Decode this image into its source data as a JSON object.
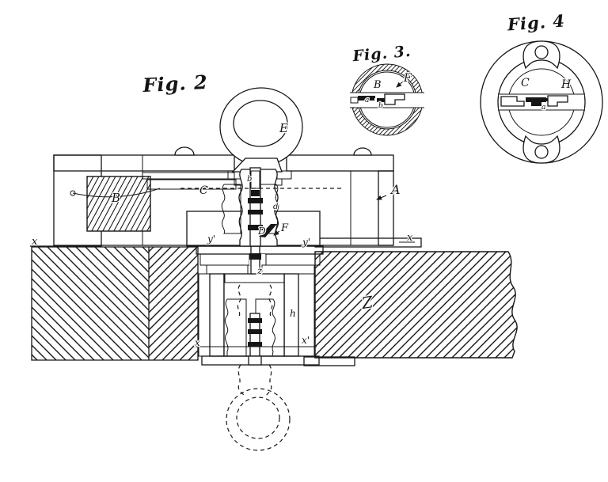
{
  "sheet": {
    "type": "patent-drawing",
    "background": "#ffffff",
    "ink": "#161616"
  },
  "labels": {
    "fig2": {
      "title": "Fig. 2",
      "bow": "E",
      "case": "A",
      "block": "B",
      "ledge": "C",
      "bit": "D",
      "bit_pointer": "F",
      "stem_b": "b",
      "ward_d": "d",
      "section_x_left": "x",
      "section_x_right": "x",
      "box_y_left": "y'",
      "box_y_right": "y'",
      "flange_z": "z",
      "ward_h": "h",
      "lower_x_left": "x",
      "lower_x_right": "x'",
      "door": "Z"
    },
    "fig3": {
      "title": "Fig. 3.",
      "pointer": "F",
      "disc": "B",
      "small_a": "a",
      "small_b": "b"
    },
    "fig4": {
      "title": "Fig. 4",
      "plug": "C",
      "escutcheon": "H",
      "small_a": "a"
    }
  }
}
